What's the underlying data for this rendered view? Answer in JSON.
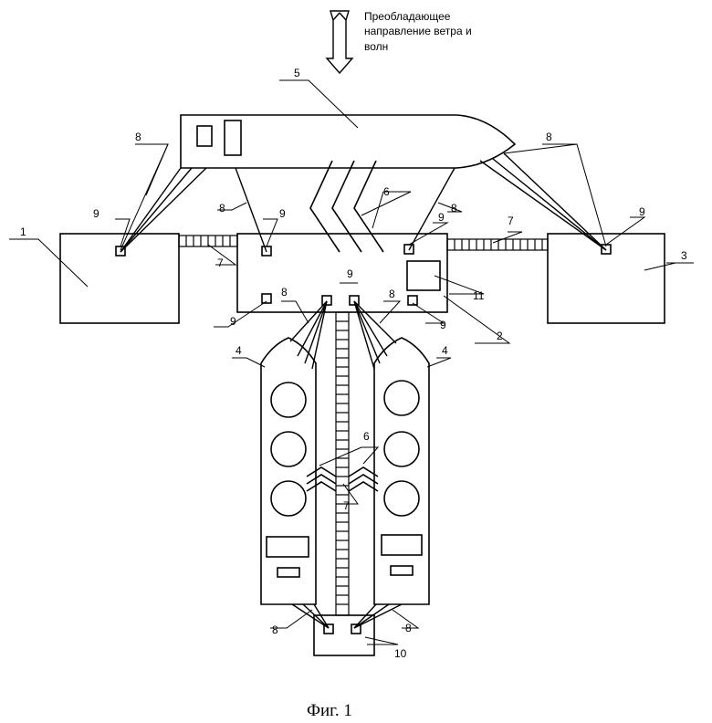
{
  "wind_label": [
    "Преобладающее",
    "направление ветра и",
    "волн"
  ],
  "caption": "Фиг. 1",
  "callouts": {
    "c1": "1",
    "c2": "2",
    "c3": "3",
    "c4a": "4",
    "c4b": "4",
    "c5": "5",
    "c6a": "6",
    "c6b": "6",
    "c7a": "7",
    "c7b": "7",
    "c7c": "7",
    "c8a": "8",
    "c8b": "8",
    "c8c": "8",
    "c8d": "8",
    "c8e": "8",
    "c8f": "8",
    "c8g": "8",
    "c8h": "8",
    "c9a": "9",
    "c9b": "9",
    "c9c": "9",
    "c9d": "9",
    "c9e": "9",
    "c9f": "9",
    "c9g": "9",
    "c10": "10",
    "c11": "11"
  }
}
